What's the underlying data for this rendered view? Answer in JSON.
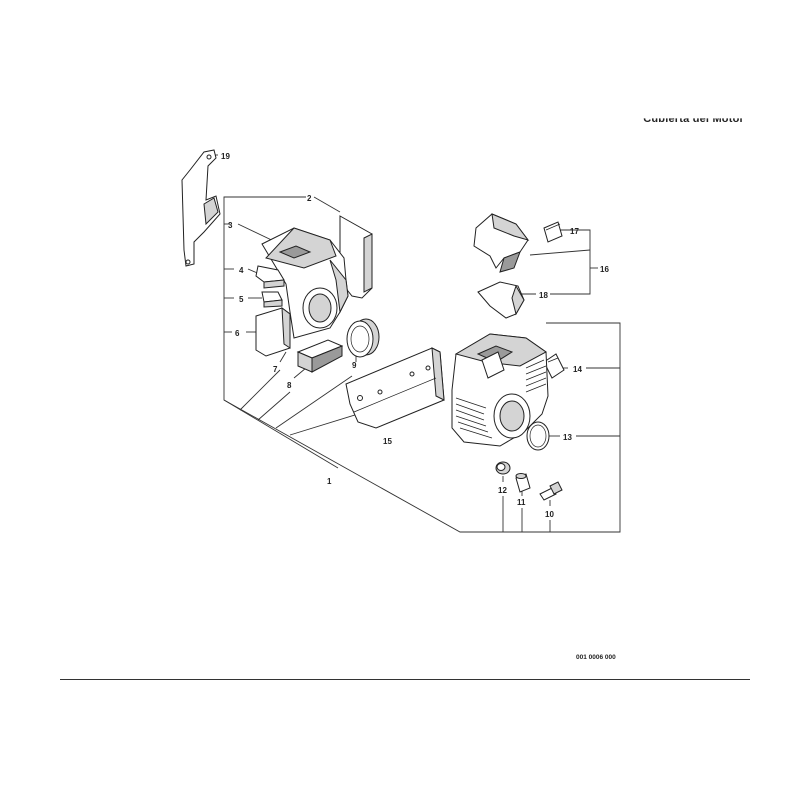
{
  "diagram": {
    "title": "Cubierta del Motor",
    "code": "001 0006 000",
    "callouts": {
      "c1": "1",
      "c2": "2",
      "c3": "3",
      "c4": "4",
      "c5": "5",
      "c6": "6",
      "c7": "7",
      "c8": "8",
      "c9": "9",
      "c10": "10",
      "c11": "11",
      "c12": "12",
      "c13": "13",
      "c14": "14",
      "c15": "15",
      "c16": "16",
      "c17": "17",
      "c18": "18",
      "c19": "19"
    }
  }
}
